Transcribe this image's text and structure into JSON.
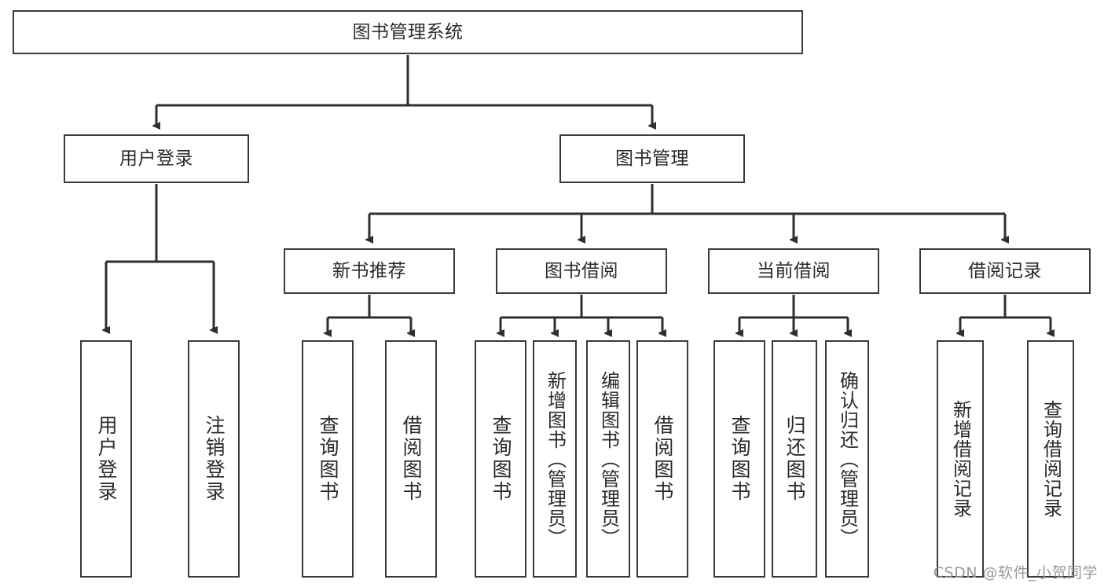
{
  "diagram": {
    "type": "hierarchy-tree",
    "title": "图书管理系统",
    "watermark": "CSDN @软件_小贺同学",
    "colors": {
      "box_border": "#3a3a3a",
      "box_fill": "#ffffff",
      "connector": "#2f2f2f",
      "text": "#2b2b2b",
      "watermark": "#9a9a9a"
    },
    "levels": {
      "root": {
        "label": "图书管理系统"
      },
      "level2": [
        {
          "label": "用户登录"
        },
        {
          "label": "图书管理"
        }
      ],
      "level3": [
        {
          "label": "新书推荐"
        },
        {
          "label": "图书借阅"
        },
        {
          "label": "当前借阅"
        },
        {
          "label": "借阅记录"
        }
      ],
      "leaves": {
        "user_login": [
          {
            "label": "用户登录"
          },
          {
            "label": "注销登录"
          }
        ],
        "new_book_recommend": [
          {
            "label": "查询图书"
          },
          {
            "label": "借阅图书"
          }
        ],
        "book_borrow": [
          {
            "label": "查询图书"
          },
          {
            "label": "新增图书（管理员）"
          },
          {
            "label": "编辑图书（管理员）"
          },
          {
            "label": "借阅图书"
          }
        ],
        "current_borrow": [
          {
            "label": "查询图书"
          },
          {
            "label": "归还图书"
          },
          {
            "label": "确认归还（管理员）"
          }
        ],
        "borrow_record": [
          {
            "label": "新增借阅记录"
          },
          {
            "label": "查询借阅记录"
          }
        ]
      }
    }
  }
}
